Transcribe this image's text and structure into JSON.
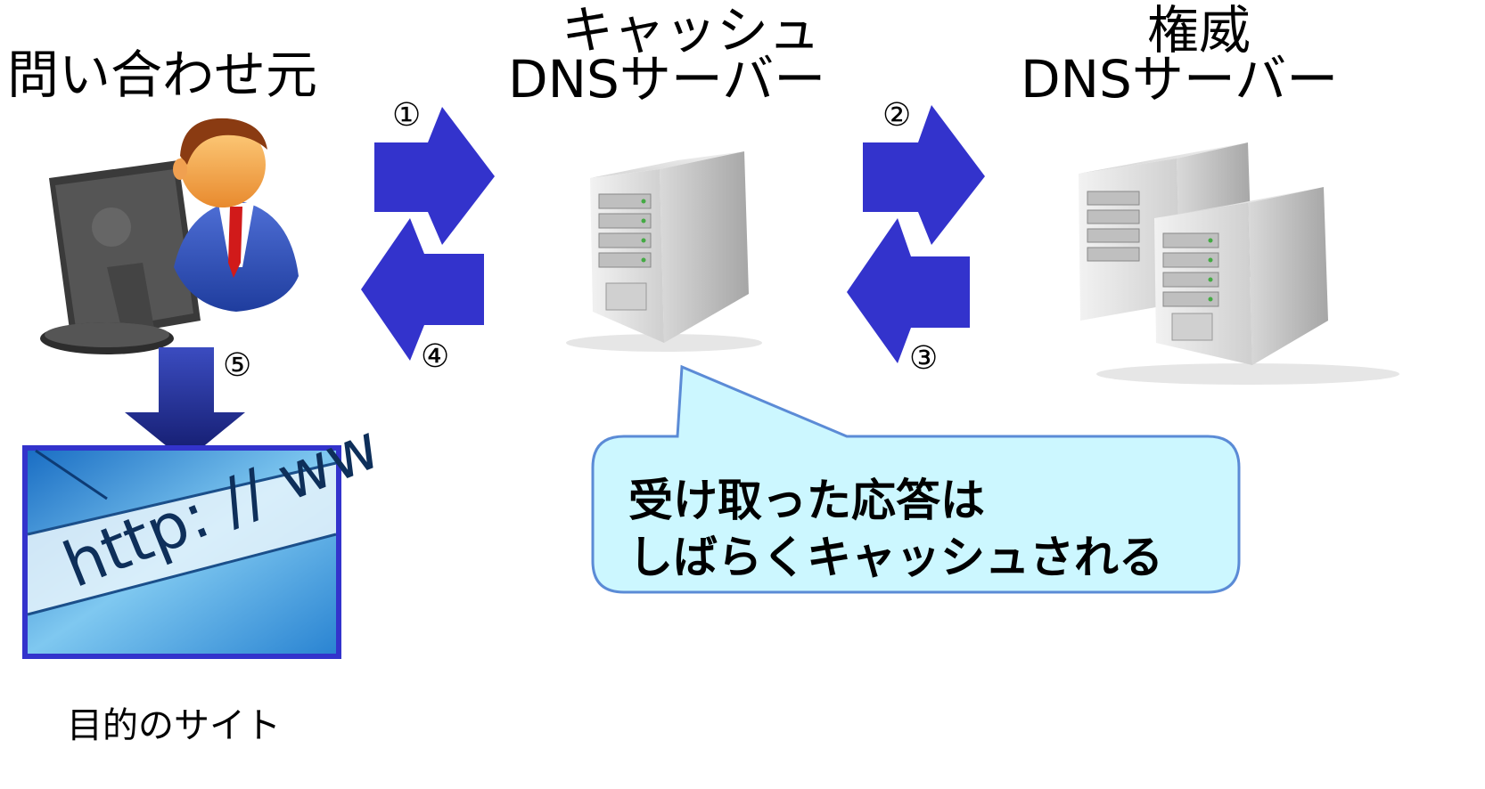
{
  "nodes": {
    "client": {
      "label": "問い合わせ元"
    },
    "cache_server": {
      "label_line1": "キャッシュ",
      "label_line2": "DNSサーバー"
    },
    "auth_server": {
      "label_line1": "権威",
      "label_line2": "DNSサーバー"
    },
    "site": {
      "label": "目的のサイト",
      "url_text": "http: // ww"
    }
  },
  "steps": {
    "s1": "①",
    "s2": "②",
    "s3": "③",
    "s4": "④",
    "s5": "⑤"
  },
  "callout": {
    "line1": "受け取った応答は",
    "line2": "しばらくキャッシュされる"
  },
  "colors": {
    "arrow": "#3333cc",
    "arrow_dark": "#1a237e",
    "bubble_fill": "#ccf7ff",
    "bubble_stroke": "#5b8bd6",
    "frame": "#3333cc"
  }
}
